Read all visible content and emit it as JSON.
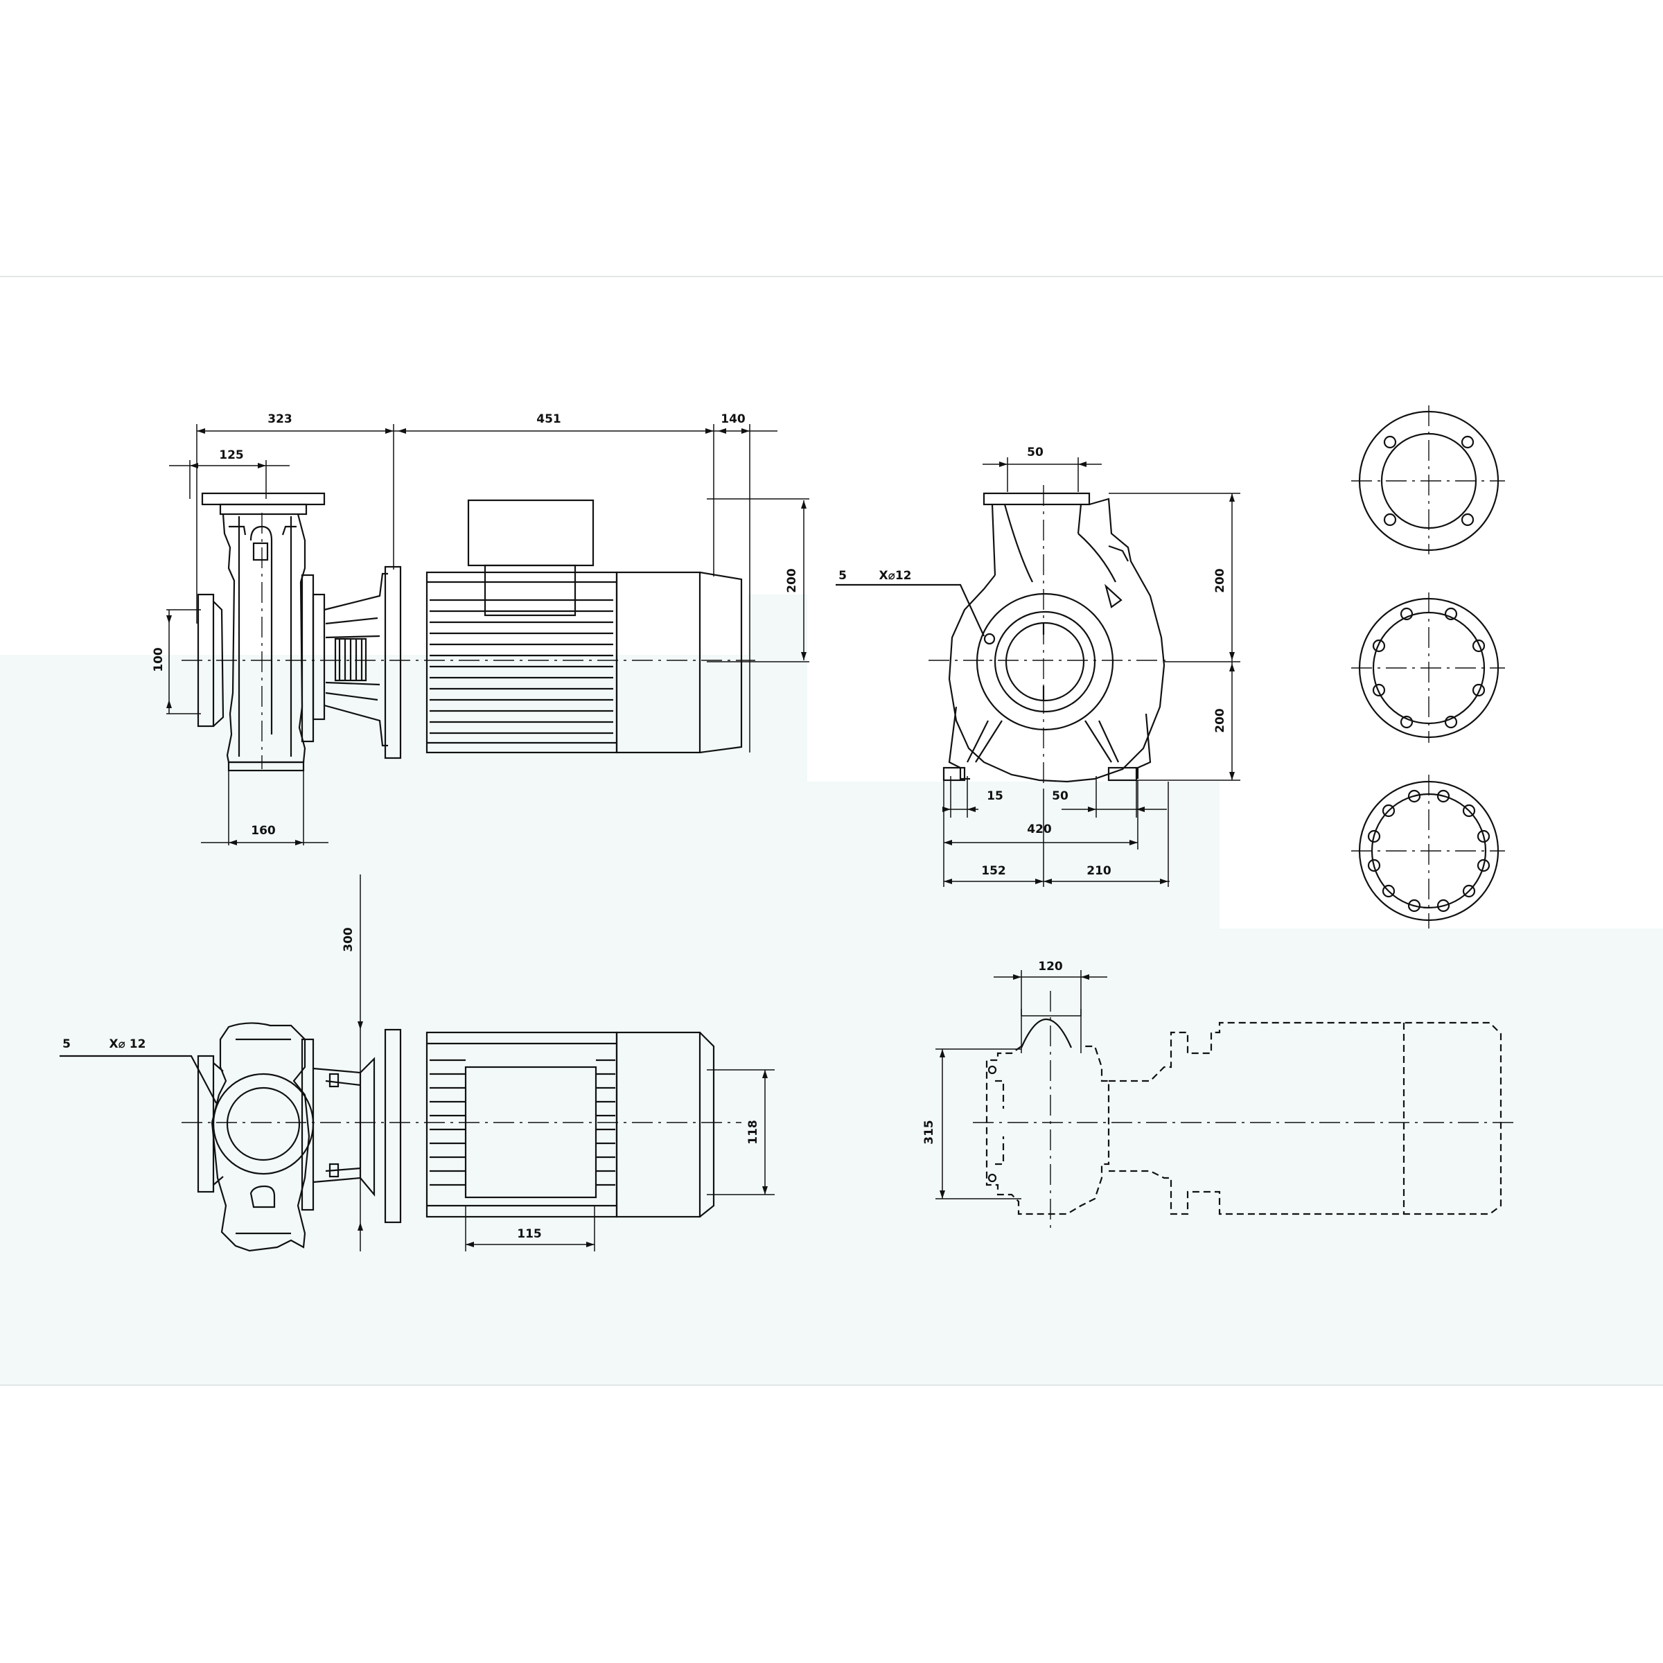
{
  "colors": {
    "background": "#ffffff",
    "tint": "#f2f9f8",
    "line": "#111111",
    "rule": "#e2e6e6"
  },
  "dims": {
    "side_top_a": "323",
    "side_top_b": "451",
    "side_top_c": "140",
    "side_inner": "125",
    "side_height": "200",
    "side_outlet": "100",
    "side_base": "160",
    "front_top": "50",
    "front_up": "200",
    "front_down": "200",
    "front_foot_a": "15",
    "front_foot_b": "50",
    "front_base": "420",
    "front_left": "152",
    "front_right": "210",
    "plan_vertical": "300",
    "plan_height": "118",
    "plan_base": "115",
    "back_top": "120",
    "back_height": "315"
  },
  "notes": {
    "front_hole_count": "5",
    "front_hole_spec": "X⌀12",
    "plan_hole_count": "5",
    "plan_hole_spec": "X⌀ 12"
  }
}
